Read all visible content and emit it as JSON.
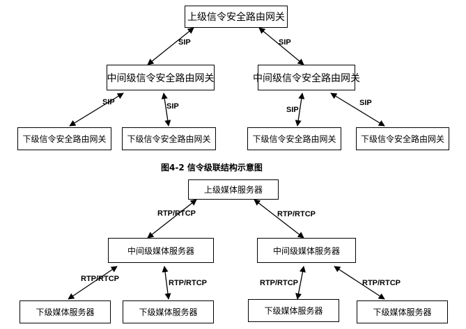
{
  "diagram1": {
    "top": "上级信令安全路由网关",
    "mid_left": "中间级信令安全路由网关",
    "mid_right": "中间级信令安全路由网关",
    "low1": "下级信令安全路由网关",
    "low2": "下级信令安全路由网关",
    "low3": "下级信令安全路由网关",
    "low4": "下级信令安全路由网关",
    "link_label": "SIP",
    "caption": "图4-2 信令级联结构示意图"
  },
  "diagram2": {
    "top": "上级媒体服务器",
    "mid_left": "中间级媒体服务器",
    "mid_right": "中间级媒体服务器",
    "low1": "下级媒体服务器",
    "low2": "下级媒体服务器",
    "low3": "下级媒体服务器",
    "low4": "下级媒体服务器",
    "link_label": "RTP/RTCP"
  }
}
